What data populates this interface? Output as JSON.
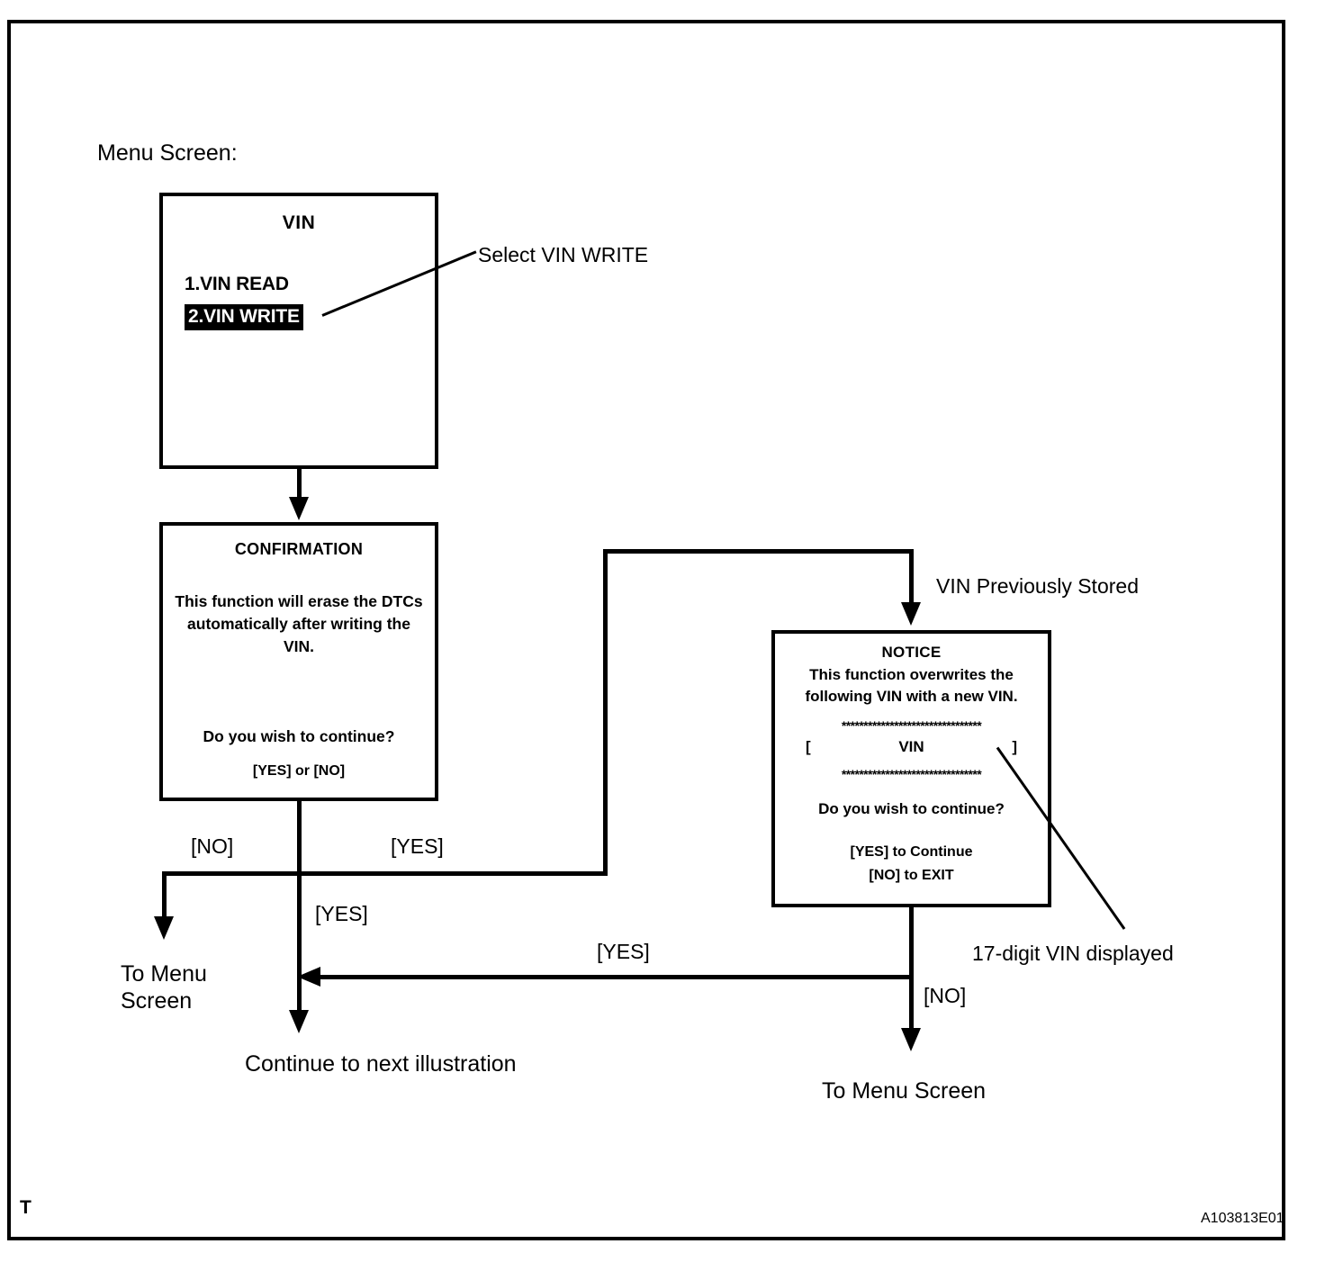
{
  "figure": {
    "corner_marker": "T",
    "image_code": "A103813E01"
  },
  "labels": {
    "menu_screen": "Menu Screen:",
    "select_vin_write": "Select VIN WRITE",
    "vin_previously_stored": "VIN Previously Stored",
    "seventeen_digit_vin": "17-digit VIN displayed",
    "to_menu_screen_left_line1": "To Menu",
    "to_menu_screen_left_line2": "Screen",
    "continue_next_illustration": "Continue to next illustration",
    "to_menu_screen_right": "To Menu Screen"
  },
  "edges": {
    "no_1": "[NO]",
    "yes_1": "[YES]",
    "yes_2": "[YES]",
    "yes_3": "[YES]",
    "no_2": "[NO]"
  },
  "screens": {
    "vin_menu": {
      "title": "VIN",
      "items": [
        {
          "label": "1.VIN READ",
          "selected": false
        },
        {
          "label": "2.VIN WRITE",
          "selected": true
        }
      ]
    },
    "confirmation": {
      "title": "CONFIRMATION",
      "body": "This function will erase the\nDTCs automatically after\nwriting the VIN.",
      "question": "Do you wish to continue?",
      "options": "[YES] or [NO]"
    },
    "notice": {
      "title": "NOTICE",
      "body": "This function overwrites the\nfollowing VIN with a new VIN.",
      "separator_top": "********************************",
      "separator_bottom": "********************************",
      "vin_bracket_open": "[",
      "vin_placeholder": "VIN",
      "vin_bracket_close": "]",
      "question": "Do you wish to continue?",
      "option_yes": "[YES] to Continue",
      "option_no": "[NO] to EXIT"
    }
  }
}
